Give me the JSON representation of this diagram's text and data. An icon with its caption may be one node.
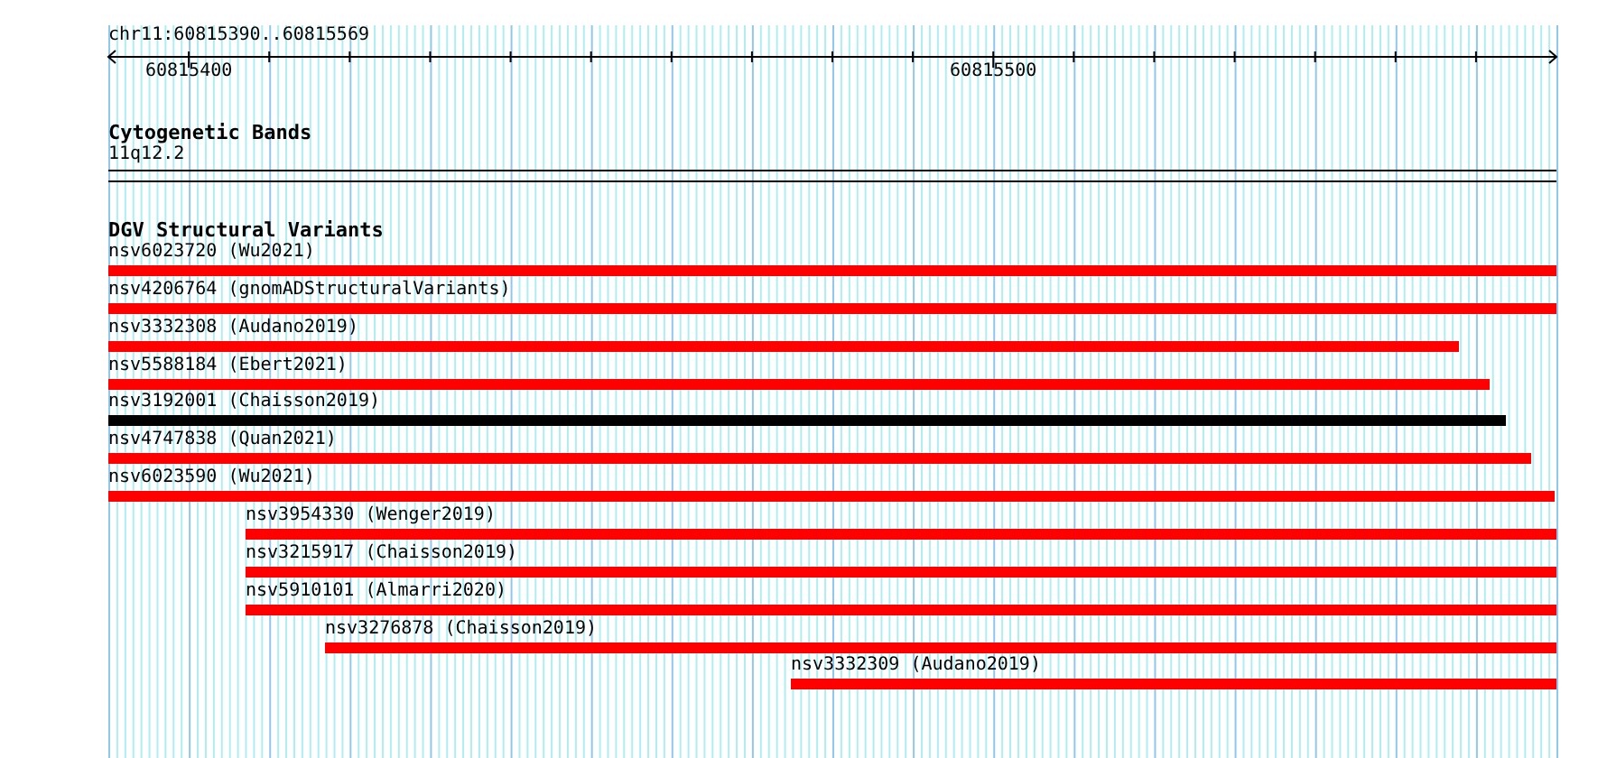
{
  "diagram": {
    "nodes": [
      {
        "text": [
          "nsv6023720 (Wu2021)"
        ]
      },
      {
        "text": [
          "nsv4206764 (gnomADStructuralVariants)"
        ]
      },
      {
        "text": [
          "nsv3332308 (Audano2019)"
        ]
      },
      {
        "text": [
          "nsv5588184 (Ebert2021)"
        ]
      },
      {
        "text": [
          "nsv3192001 (Chaisson2019)"
        ]
      },
      {
        "text": [
          "nsv4747838 (Quan2021)"
        ]
      },
      {
        "text": [
          "nsv6023590 (Wu2021)"
        ]
      },
      {
        "text": [
          "nsv3954330 (Wenger2019)"
        ]
      },
      {
        "text": [
          "nsv3215917 (Chaisson2019)"
        ]
      },
      {
        "text": [
          "nsv5910101 (Almarri2020)"
        ]
      },
      {
        "text": [
          "nsv3276878 (Chaisson2019)"
        ]
      },
      {
        "text": [
          "nsv3332309 (Audano2019)"
        ]
      }
    ],
    "labels": [
      "chr11:60815390..60815569",
      "60815400",
      "60815500",
      "Cytogenetic Bands",
      "11q12.2",
      "DGV Structural Variants"
    ]
  }
}
